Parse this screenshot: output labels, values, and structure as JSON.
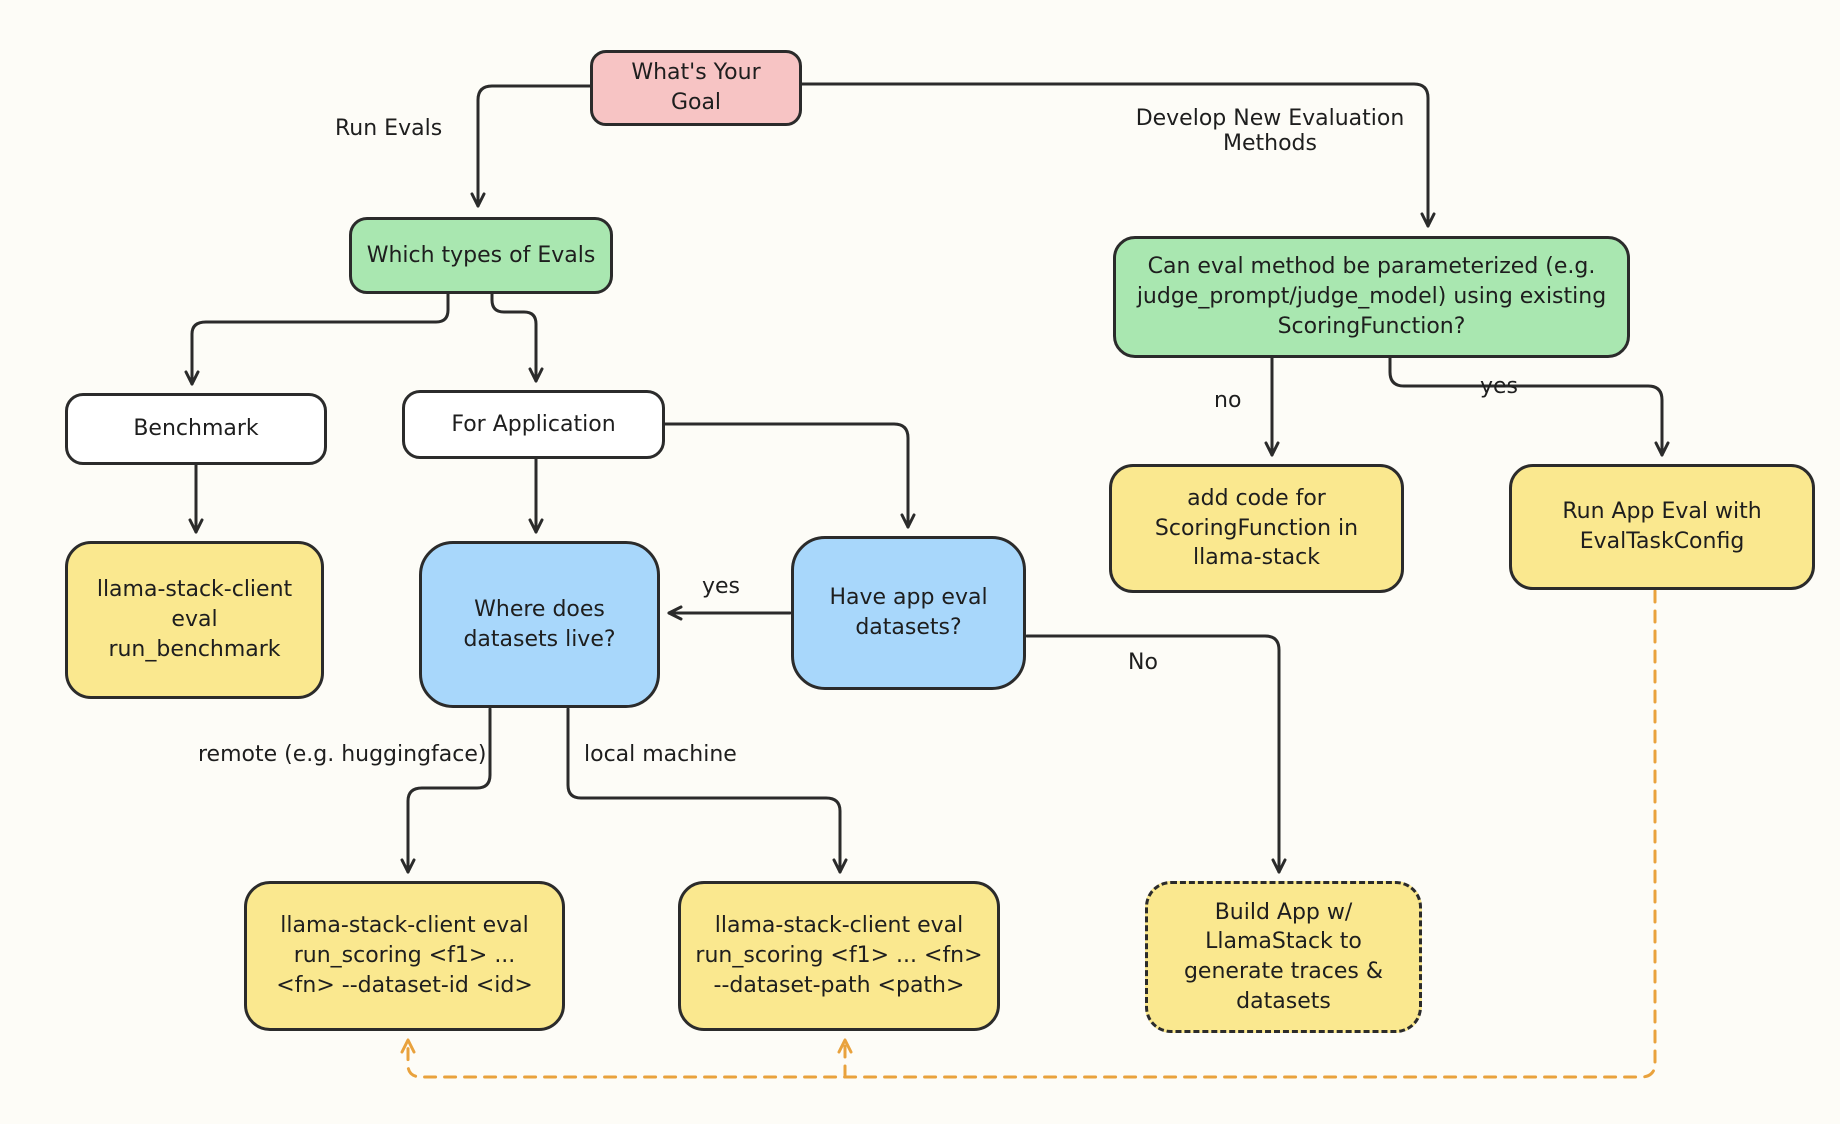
{
  "diagram": {
    "nodes": {
      "goal": {
        "label": "What's Your Goal"
      },
      "which_types": {
        "label": "Which types of Evals"
      },
      "can_parameterize": {
        "label": "Can eval method be parameterized (e.g. judge_prompt/judge_model) using existing ScoringFunction?"
      },
      "benchmark": {
        "label": "Benchmark"
      },
      "for_application": {
        "label": "For Application"
      },
      "run_benchmark": {
        "label": "llama-stack-client eval run_benchmark"
      },
      "where_datasets": {
        "label": "Where does datasets live?"
      },
      "have_datasets": {
        "label": "Have app eval datasets?"
      },
      "add_code": {
        "label": "add code for ScoringFunction in llama-stack"
      },
      "run_app_eval": {
        "label": "Run App Eval with EvalTaskConfig"
      },
      "run_scoring_id": {
        "label": "llama-stack-client eval run_scoring <f1> ... <fn> --dataset-id <id>"
      },
      "run_scoring_path": {
        "label": "llama-stack-client eval run_scoring <f1> ... <fn> --dataset-path <path>"
      },
      "build_app": {
        "label": "Build App w/ LlamaStack to generate traces & datasets"
      }
    },
    "edge_labels": {
      "run_evals": "Run Evals",
      "develop_new": "Develop New Evaluation Methods",
      "yes_have_datasets": "yes",
      "no_parameterize": "no",
      "yes_parameterize": "yes",
      "no_have_datasets": "No",
      "remote": "remote (e.g. huggingface)",
      "local": "local machine"
    },
    "colors": {
      "background": "#fdfcf7",
      "stroke": "#2b2b2b",
      "node_pink": "#f7c4c4",
      "node_green": "#a9e7b0",
      "node_yellow": "#fae88f",
      "node_blue": "#a8d7fb",
      "node_white": "#ffffff",
      "feedback_orange": "#e9a23d"
    }
  }
}
